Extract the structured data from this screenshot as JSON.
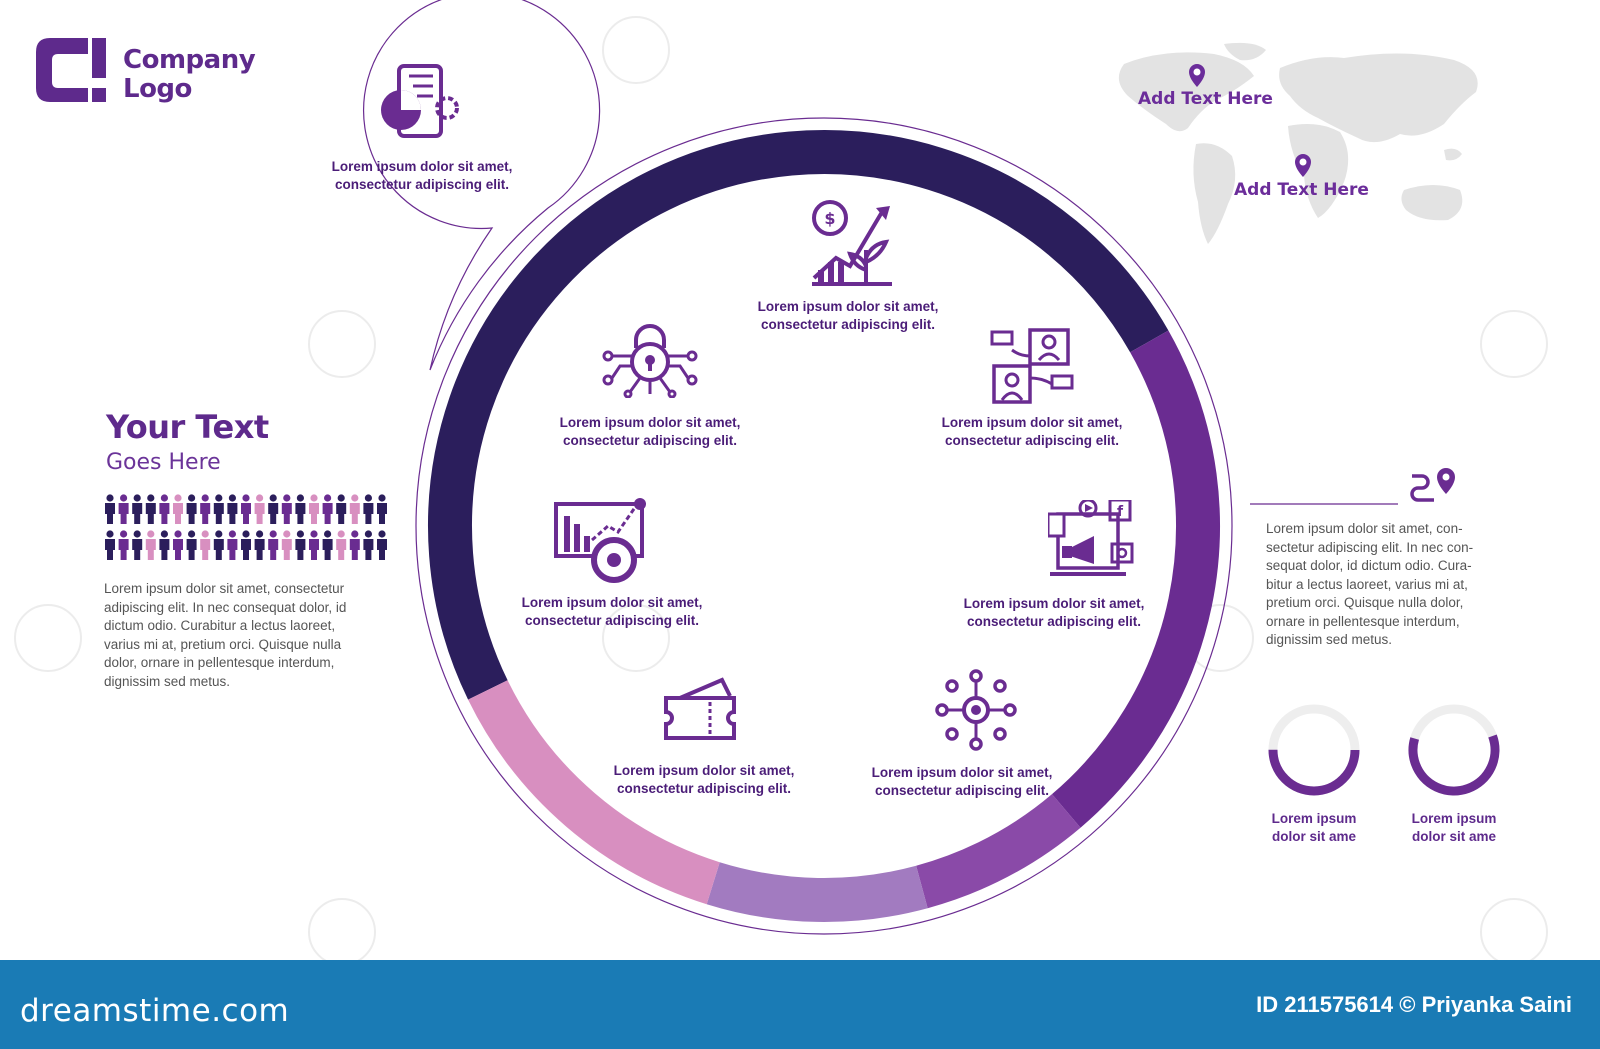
{
  "logo": {
    "line1": "Company",
    "line2": "Logo"
  },
  "callouts": [
    {
      "id": "mobile-chart",
      "icon": "mobile-pie-chart-icon",
      "line1": "Lorem ipsum dolor sit amet,",
      "line2": "consectetur adipiscing elit."
    },
    {
      "id": "growth",
      "icon": "growth-chart-icon",
      "line1": "Lorem ipsum dolor sit amet,",
      "line2": "consectetur adipiscing elit."
    },
    {
      "id": "security",
      "icon": "security-network-icon",
      "line1": "Lorem ipsum dolor sit amet,",
      "line2": "consectetur adipiscing elit."
    },
    {
      "id": "users",
      "icon": "user-connection-icon",
      "line1": "Lorem ipsum dolor sit amet,",
      "line2": "consectetur adipiscing elit."
    },
    {
      "id": "analytics",
      "icon": "analytics-target-icon",
      "line1": "Lorem ipsum dolor sit amet,",
      "line2": "consectetur adipiscing elit."
    },
    {
      "id": "marketing",
      "icon": "social-marketing-icon",
      "line1": "Lorem ipsum dolor sit amet,",
      "line2": "consectetur adipiscing elit."
    },
    {
      "id": "ticket",
      "icon": "ticket-icon",
      "line1": "Lorem ipsum dolor sit amet,",
      "line2": "consectetur adipiscing elit."
    },
    {
      "id": "network",
      "icon": "network-hub-icon",
      "line1": "Lorem ipsum dolor sit amet,",
      "line2": "consectetur adipiscing elit."
    }
  ],
  "headline": {
    "title": "Your Text",
    "subtitle": "Goes Here"
  },
  "people_pictogram": {
    "rows": 2,
    "per_row": 21,
    "colors": [
      "#2b1e5c",
      "#6a2c91",
      "#d88fc0"
    ]
  },
  "left_paragraph": [
    "Lorem ipsum dolor sit amet, consectetur",
    "adipiscing elit. In nec consequat dolor, id",
    "dictum odio. Curabitur a lectus laoreet,",
    "varius mi at, pretium orci. Quisque nulla",
    "dolor, ornare in pellentesque interdum,",
    "dignissim sed metus."
  ],
  "map": {
    "pins": [
      {
        "label": "Add Text Here"
      },
      {
        "label": "Add Text Here"
      }
    ]
  },
  "right_paragraph": [
    "Lorem ipsum dolor sit amet, con-",
    "sectetur adipiscing elit. In nec con-",
    "sequat dolor, id dictum odio. Cura-",
    "bitur a lectus laoreet, varius mi at,",
    "pretium orci. Quisque nulla dolor,",
    "ornare in pellentesque interdum,",
    "dignissim sed metus."
  ],
  "gauges": [
    {
      "line1": "Lorem ipsum",
      "line2": "dolor sit ame",
      "fraction": 0.5
    },
    {
      "line1": "Lorem ipsum",
      "line2": "dolor sit ame",
      "fraction": 0.6
    }
  ],
  "ring_segments": [
    {
      "share": 0.49,
      "color": "#2b1e5c"
    },
    {
      "share": 0.22,
      "color": "#6a2c91"
    },
    {
      "share": 0.07,
      "color": "#8a4aa8"
    },
    {
      "share": 0.09,
      "color": "#a27bc0"
    },
    {
      "share": 0.13,
      "color": "#d88fc0"
    }
  ],
  "footer": {
    "brand": "dreamstime.com",
    "credit": "ID 211575614 © Priyanka Saini"
  },
  "colors": {
    "primary": "#5e2a8c",
    "navy": "#2b1e5c",
    "pink": "#d88fc0",
    "footer": "#1a7bb5"
  }
}
